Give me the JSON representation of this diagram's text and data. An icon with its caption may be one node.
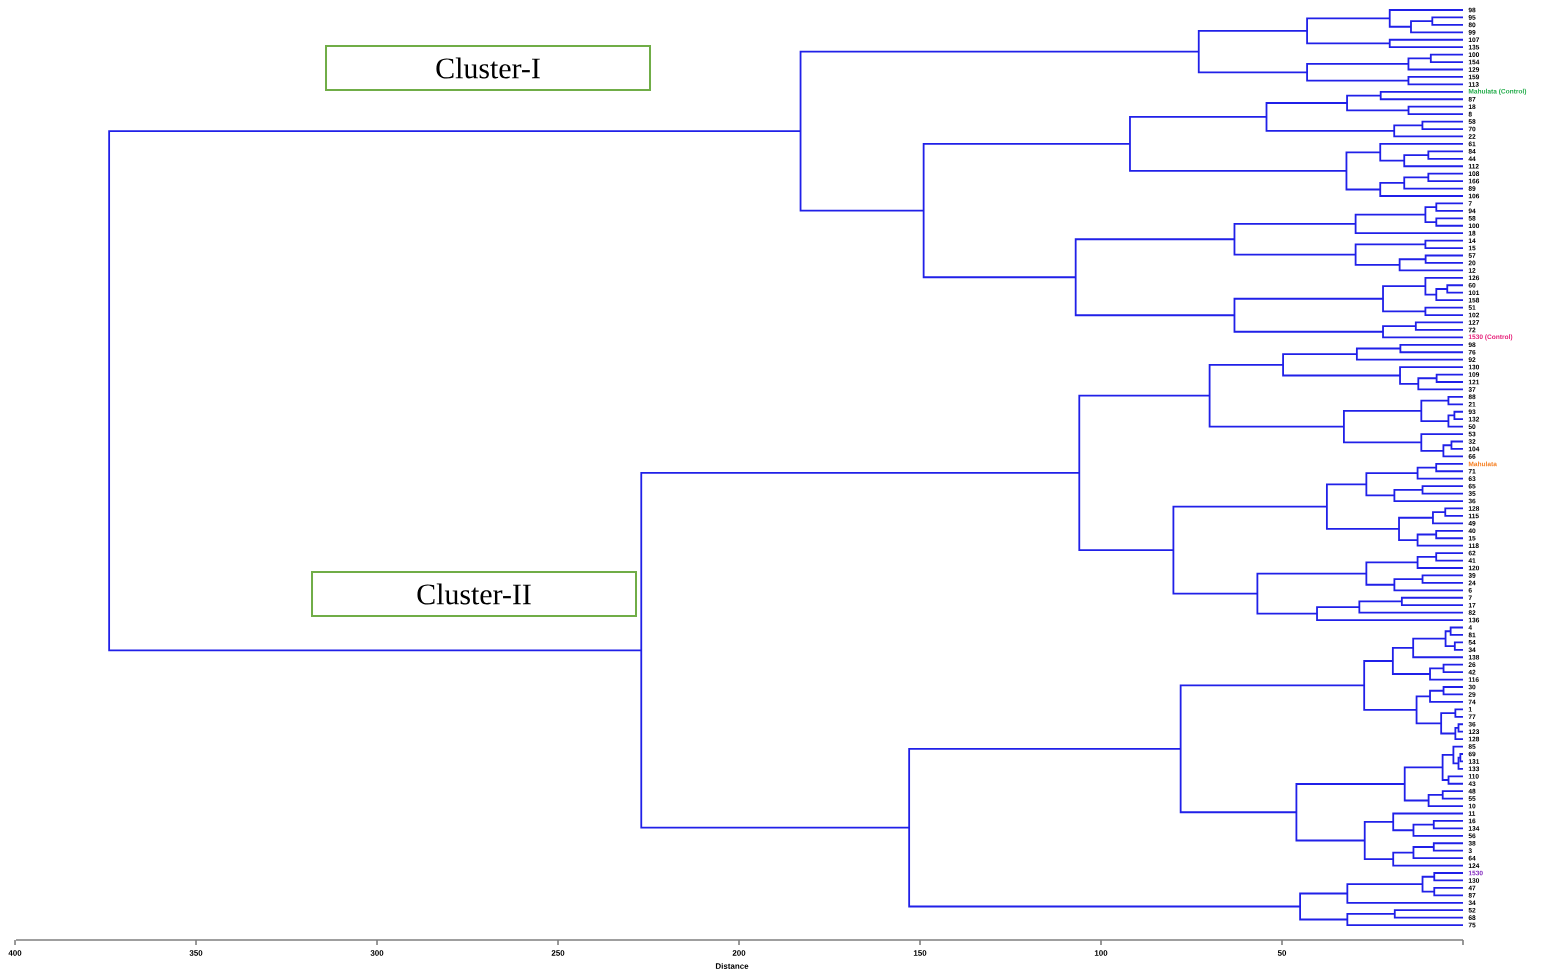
{
  "diagram": {
    "nodes": [
      {
        "text": [
          "Cluster-I"
        ]
      },
      {
        "text": [
          "Cluster-II"
        ]
      }
    ],
    "labels": [
      "98",
      "95",
      "80",
      "99",
      "107",
      "135",
      "100",
      "154",
      "129",
      "159",
      "113",
      "Mahulata (Control)",
      "87",
      "18",
      "8",
      "58",
      "70",
      "22",
      "61",
      "84",
      "44",
      "112",
      "108",
      "166",
      "89",
      "106",
      "7",
      "94",
      "58",
      "100",
      "18",
      "14",
      "15",
      "57",
      "20",
      "12",
      "126",
      "60",
      "101",
      "158",
      "51",
      "102",
      "127",
      "72",
      "1530 (Control)",
      "98",
      "76",
      "92",
      "130",
      "109",
      "121",
      "37",
      "88",
      "21",
      "93",
      "132",
      "50",
      "53",
      "32",
      "104",
      "66",
      "Mahulata",
      "71",
      "63",
      "65",
      "35",
      "36",
      "128",
      "115",
      "49",
      "40",
      "15",
      "118",
      "62",
      "41",
      "120",
      "39",
      "24",
      "6",
      "7",
      "17",
      "82",
      "136",
      "4",
      "81",
      "54",
      "34",
      "138",
      "26",
      "42",
      "116",
      "30",
      "29",
      "74",
      "1",
      "77",
      "36",
      "123",
      "128",
      "85",
      "69",
      "131",
      "133",
      "110",
      "43",
      "48",
      "55",
      "10",
      "11",
      "16",
      "134",
      "56",
      "38",
      "3",
      "64",
      "124",
      "1530",
      "130",
      "47",
      "87",
      "34",
      "52",
      "68",
      "75",
      "400",
      "350",
      "300",
      "250",
      "200",
      "150",
      "100",
      "50",
      "Distance"
    ]
  }
}
